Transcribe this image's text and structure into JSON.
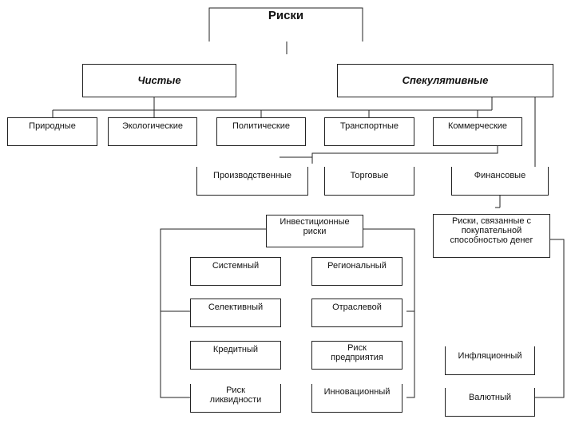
{
  "root": "Риски",
  "level1": {
    "pure": "Чистые",
    "speculative": "Спекулятивные"
  },
  "pure_children": [
    "Природные",
    "Экологические",
    "Политические",
    "Транспортные",
    "Коммерческие"
  ],
  "commercial_children": {
    "production": "Производственные",
    "trade": "Торговые",
    "financial": "Финансовые"
  },
  "investment": "Инвестиционные риски",
  "purchasing_power": "Риски, связанные с покупательной способностью денег",
  "investment_left": [
    "Системный",
    "Селективный",
    "Кредитный",
    "Риск ликвидности"
  ],
  "investment_right": [
    "Региональный",
    "Отраслевой",
    "Риск предприятия",
    "Инновационный"
  ],
  "purchasing_children": [
    "Инфляционный",
    "Валютный"
  ]
}
